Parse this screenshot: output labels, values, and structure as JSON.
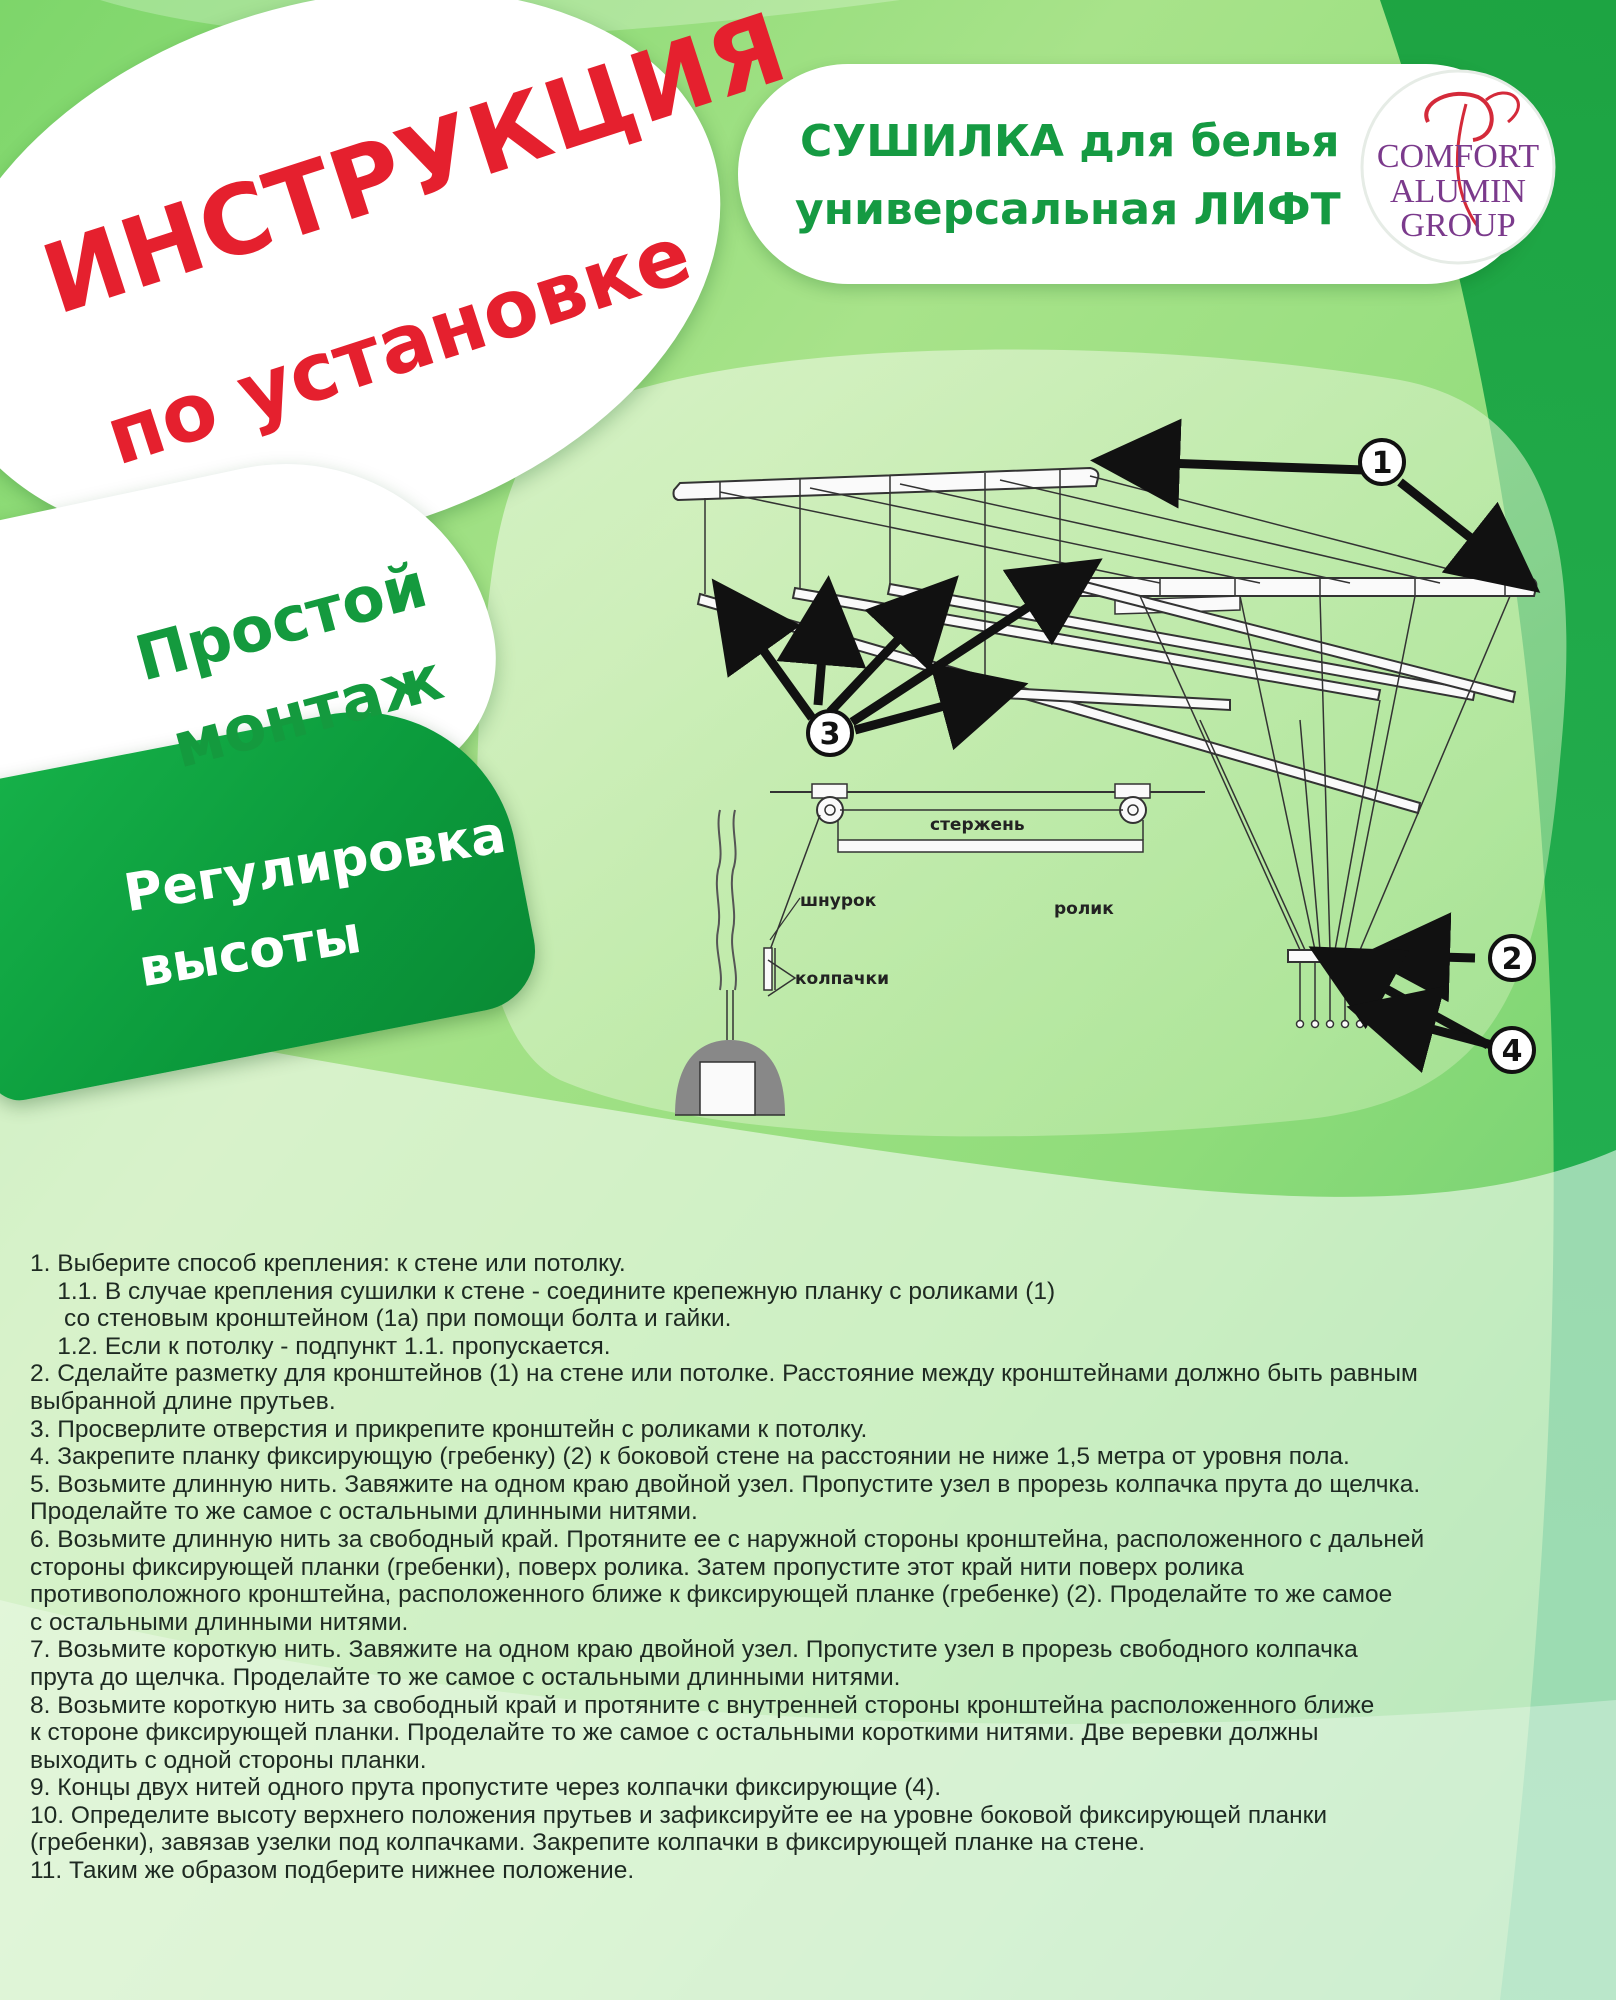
{
  "title": {
    "main": "ИНСТРУКЦИЯ",
    "sub": "по установке"
  },
  "features": {
    "simple_line1": "Простой",
    "simple_line2": "монтаж",
    "height_line1": "Регулировка",
    "height_line2": "высоты"
  },
  "product": {
    "line1": "СУШИЛКА для белья",
    "line2": "универсальная ЛИФТ"
  },
  "logo": {
    "line1": "COMFORT",
    "line2": "ALUMIN",
    "line3": "GROUP"
  },
  "diagram": {
    "callout_1": "1",
    "callout_2": "2",
    "callout_3": "3",
    "callout_4": "4",
    "label_rod": "стержень",
    "label_cord": "шнурок",
    "label_roller": "ролик",
    "label_caps": "колпачки"
  },
  "colors": {
    "background_green": "#22b24c",
    "title_red": "#e5202e",
    "feature_green": "#149a3e",
    "product_green": "#159a42",
    "logo_purple": "#7b3a8c",
    "logo_red": "#d42a3a"
  },
  "instructions": [
    "1. Выберите способ крепления: к стене  или потолку.",
    "    1.1. В случае крепления сушилки к стене - соедините крепежную планку с роликами (1)",
    "     со  стеновым кронштейном (1а) при помощи болта и гайки.",
    "    1.2. Если к потолку -  подпункт 1.1. пропускается.",
    "2. Сделайте разметку для кронштейнов (1) на стене или потолке. Расстояние между кронштейнами должно быть равным",
    "выбранной длине прутьев.",
    "3. Просверлите отверстия и прикрепите кронштейн с роликами к потолку.",
    "4. Закрепите планку фиксирующую (гребенку) (2) к боковой стене на расстоянии не ниже 1,5 метра от уровня пола.",
    "5. Возьмите длинную нить. Завяжите на одном краю двойной узел. Пропустите узел в прорезь колпачка прута до щелчка.",
    "Проделайте то же самое с остальными длинными нитями.",
    "6. Возьмите длинную нить за свободный край. Протяните ее с наружной стороны кронштейна, расположенного с дальней",
    "стороны фиксирующей планки (гребенки), поверх ролика. Затем пропустите этот край нити поверх ролика",
    "противоположного кронштейна, расположенного ближе к фиксирующей планке (гребенке) (2). Проделайте то же самое",
    "с остальными длинными нитями.",
    "7. Возьмите короткую нить. Завяжите на одном краю двойной узел. Пропустите узел в прорезь свободного колпачка",
    "прута до щелчка. Проделайте то же самое с остальными длинными нитями.",
    "8. Возьмите короткую нить за свободный край и протяните с внутренней стороны кронштейна расположенного ближе",
    "к стороне фиксирующей планки. Проделайте то же самое с остальными короткими нитями. Две веревки должны",
    "выходить с одной стороны планки.",
    "9. Концы двух нитей одного прута пропустите через колпачки фиксирующие (4).",
    "10. Определите высоту верхнего положения прутьев и зафиксируйте ее на уровне боковой фиксирующей планки",
    "(гребенки), завязав узелки под колпачками. Закрепите колпачки в фиксирующей планке на стене.",
    "11. Таким же образом подберите нижнее положение."
  ]
}
